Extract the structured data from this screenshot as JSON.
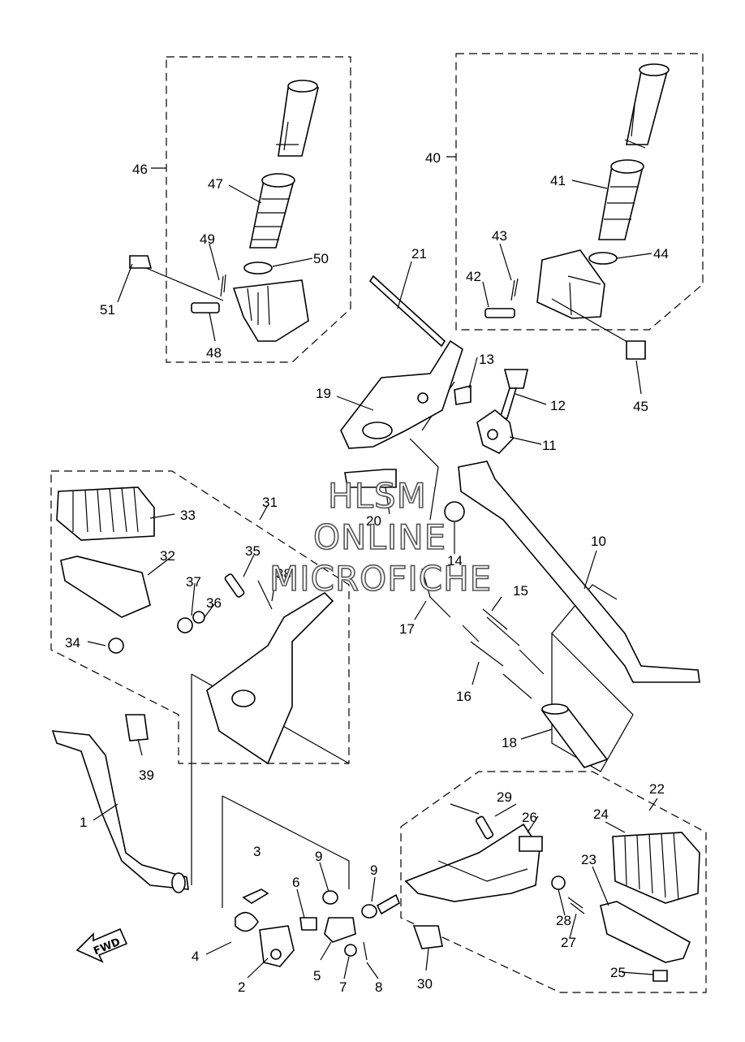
{
  "watermark": {
    "line1": "HLSM",
    "line2": "ONLINE",
    "line3": "MICROFICHE"
  },
  "fwd_label": "FWD",
  "callouts": [
    {
      "id": "c1",
      "text": "1"
    },
    {
      "id": "c2",
      "text": "2"
    },
    {
      "id": "c3",
      "text": "3"
    },
    {
      "id": "c4",
      "text": "4"
    },
    {
      "id": "c5",
      "text": "5"
    },
    {
      "id": "c6",
      "text": "6"
    },
    {
      "id": "c7",
      "text": "7"
    },
    {
      "id": "c8",
      "text": "8"
    },
    {
      "id": "c9a",
      "text": "9"
    },
    {
      "id": "c9b",
      "text": "9"
    },
    {
      "id": "c10",
      "text": "10"
    },
    {
      "id": "c11",
      "text": "11"
    },
    {
      "id": "c12",
      "text": "12"
    },
    {
      "id": "c13",
      "text": "13"
    },
    {
      "id": "c14",
      "text": "14"
    },
    {
      "id": "c15",
      "text": "15"
    },
    {
      "id": "c16",
      "text": "16"
    },
    {
      "id": "c17",
      "text": "17"
    },
    {
      "id": "c18",
      "text": "18"
    },
    {
      "id": "c19",
      "text": "19"
    },
    {
      "id": "c20",
      "text": "20"
    },
    {
      "id": "c21",
      "text": "21"
    },
    {
      "id": "c22",
      "text": "22"
    },
    {
      "id": "c23",
      "text": "23"
    },
    {
      "id": "c24",
      "text": "24"
    },
    {
      "id": "c25",
      "text": "25"
    },
    {
      "id": "c26",
      "text": "26"
    },
    {
      "id": "c27",
      "text": "27"
    },
    {
      "id": "c28",
      "text": "28"
    },
    {
      "id": "c29",
      "text": "29"
    },
    {
      "id": "c30",
      "text": "30"
    },
    {
      "id": "c31",
      "text": "31"
    },
    {
      "id": "c32",
      "text": "32"
    },
    {
      "id": "c33",
      "text": "33"
    },
    {
      "id": "c34",
      "text": "34"
    },
    {
      "id": "c35",
      "text": "35"
    },
    {
      "id": "c36",
      "text": "36"
    },
    {
      "id": "c37",
      "text": "37"
    },
    {
      "id": "c38",
      "text": "38"
    },
    {
      "id": "c39",
      "text": "39"
    },
    {
      "id": "c40",
      "text": "40"
    },
    {
      "id": "c41",
      "text": "41"
    },
    {
      "id": "c42",
      "text": "42"
    },
    {
      "id": "c43",
      "text": "43"
    },
    {
      "id": "c44",
      "text": "44"
    },
    {
      "id": "c45",
      "text": "45"
    },
    {
      "id": "c46",
      "text": "46"
    },
    {
      "id": "c47",
      "text": "47"
    },
    {
      "id": "c48",
      "text": "48"
    },
    {
      "id": "c49",
      "text": "49"
    },
    {
      "id": "c50",
      "text": "50"
    },
    {
      "id": "c51",
      "text": "51"
    }
  ]
}
